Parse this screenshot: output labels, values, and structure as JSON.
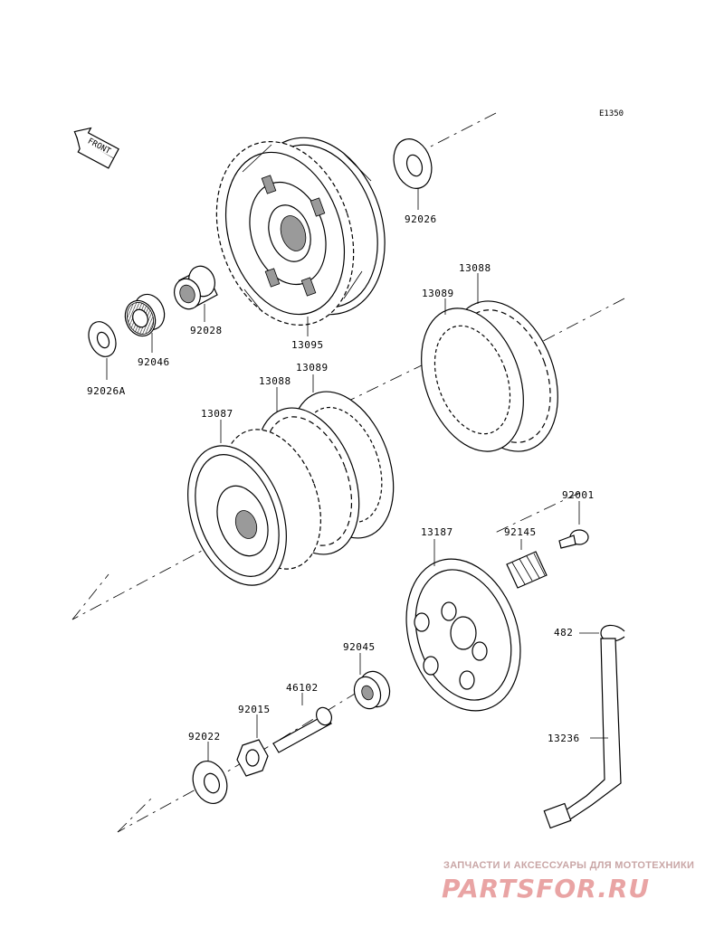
{
  "diagram_code": "E1350",
  "front_label": "FRONT",
  "parts": {
    "p92026": "92026",
    "p13095": "13095",
    "p92028": "92028",
    "p92046": "92046",
    "p92026A": "92026A",
    "p13088_top": "13088",
    "p13089_top": "13089",
    "p13089_mid": "13089",
    "p13088_mid": "13088",
    "p13087": "13087",
    "p92001": "92001",
    "p92145": "92145",
    "p13187": "13187",
    "p482": "482",
    "p92045": "92045",
    "p46102": "46102",
    "p92015": "92015",
    "p92022": "92022",
    "p13236": "13236"
  },
  "watermark": {
    "line": "ЗАПЧАСТИ И АКСЕССУАРЫ ДЛЯ МОТОТЕХНИКИ",
    "logo": "PARTSFOR.RU"
  },
  "colors": {
    "ink": "#000000",
    "watermark": "#e9a4a4",
    "paper": "#ffffff"
  }
}
